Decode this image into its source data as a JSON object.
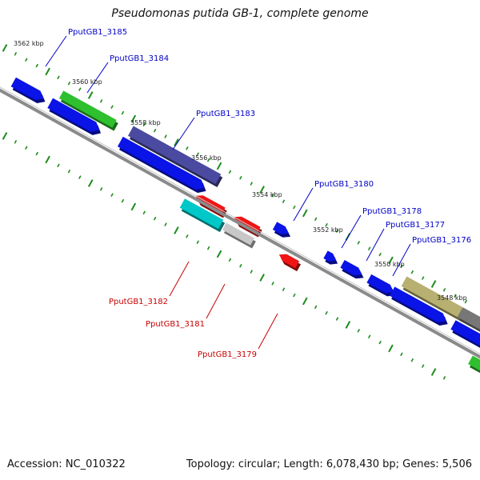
{
  "title": "Pseudomonas putida GB-1, complete genome",
  "footer": {
    "accession": "Accession: NC_010322",
    "summary": "Topology: circular; Length: 6,078,430 bp; Genes: 5,506"
  },
  "colors": {
    "backbone": "#8a8a8a",
    "tick": "#1e8c1e",
    "forward_label": "#0000c8",
    "reverse_label": "#c80000",
    "cds": "#0a14e6",
    "rna": "#2ec02e",
    "cyan_feature": "#00c8c8",
    "red_feature": "#f01414"
  },
  "ruler": {
    "ticks": [
      "3562 kbp",
      "3560 kbp",
      "3558 kbp",
      "3556 kbp",
      "3554 kbp",
      "3552 kbp",
      "3550 kbp",
      "3548 kbp"
    ]
  },
  "genes_forward": [
    "PputGB1_3185",
    "PputGB1_3184",
    "PputGB1_3183",
    "PputGB1_3180",
    "PputGB1_3178",
    "PputGB1_3177",
    "PputGB1_3176"
  ],
  "genes_reverse": [
    "PputGB1_3182",
    "PputGB1_3181",
    "PputGB1_3179"
  ]
}
